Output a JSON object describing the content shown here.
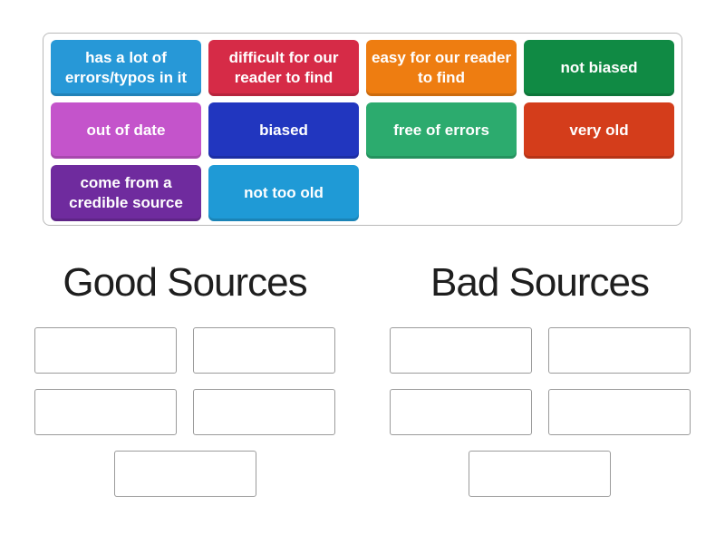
{
  "page": {
    "background": "#ffffff",
    "text_color": "#1e1e1e"
  },
  "tray": {
    "tiles": [
      {
        "label": "has a lot of errors/typos in it",
        "color": "#2798d7"
      },
      {
        "label": "difficult for our reader to find",
        "color": "#d62b47"
      },
      {
        "label": "easy for our reader to find",
        "color": "#ee7d11"
      },
      {
        "label": "not biased",
        "color": "#108a44"
      },
      {
        "label": "out of date",
        "color": "#c454cb"
      },
      {
        "label": "biased",
        "color": "#2136bf"
      },
      {
        "label": "free of errors",
        "color": "#2cab6e"
      },
      {
        "label": "very old",
        "color": "#d43d1b"
      },
      {
        "label": "come from a credible source",
        "color": "#6f2b9e"
      },
      {
        "label": "not too old",
        "color": "#1f9ad6"
      }
    ]
  },
  "groups": [
    {
      "title": "Good Sources",
      "slot_count": 5
    },
    {
      "title": "Bad Sources",
      "slot_count": 5
    }
  ]
}
